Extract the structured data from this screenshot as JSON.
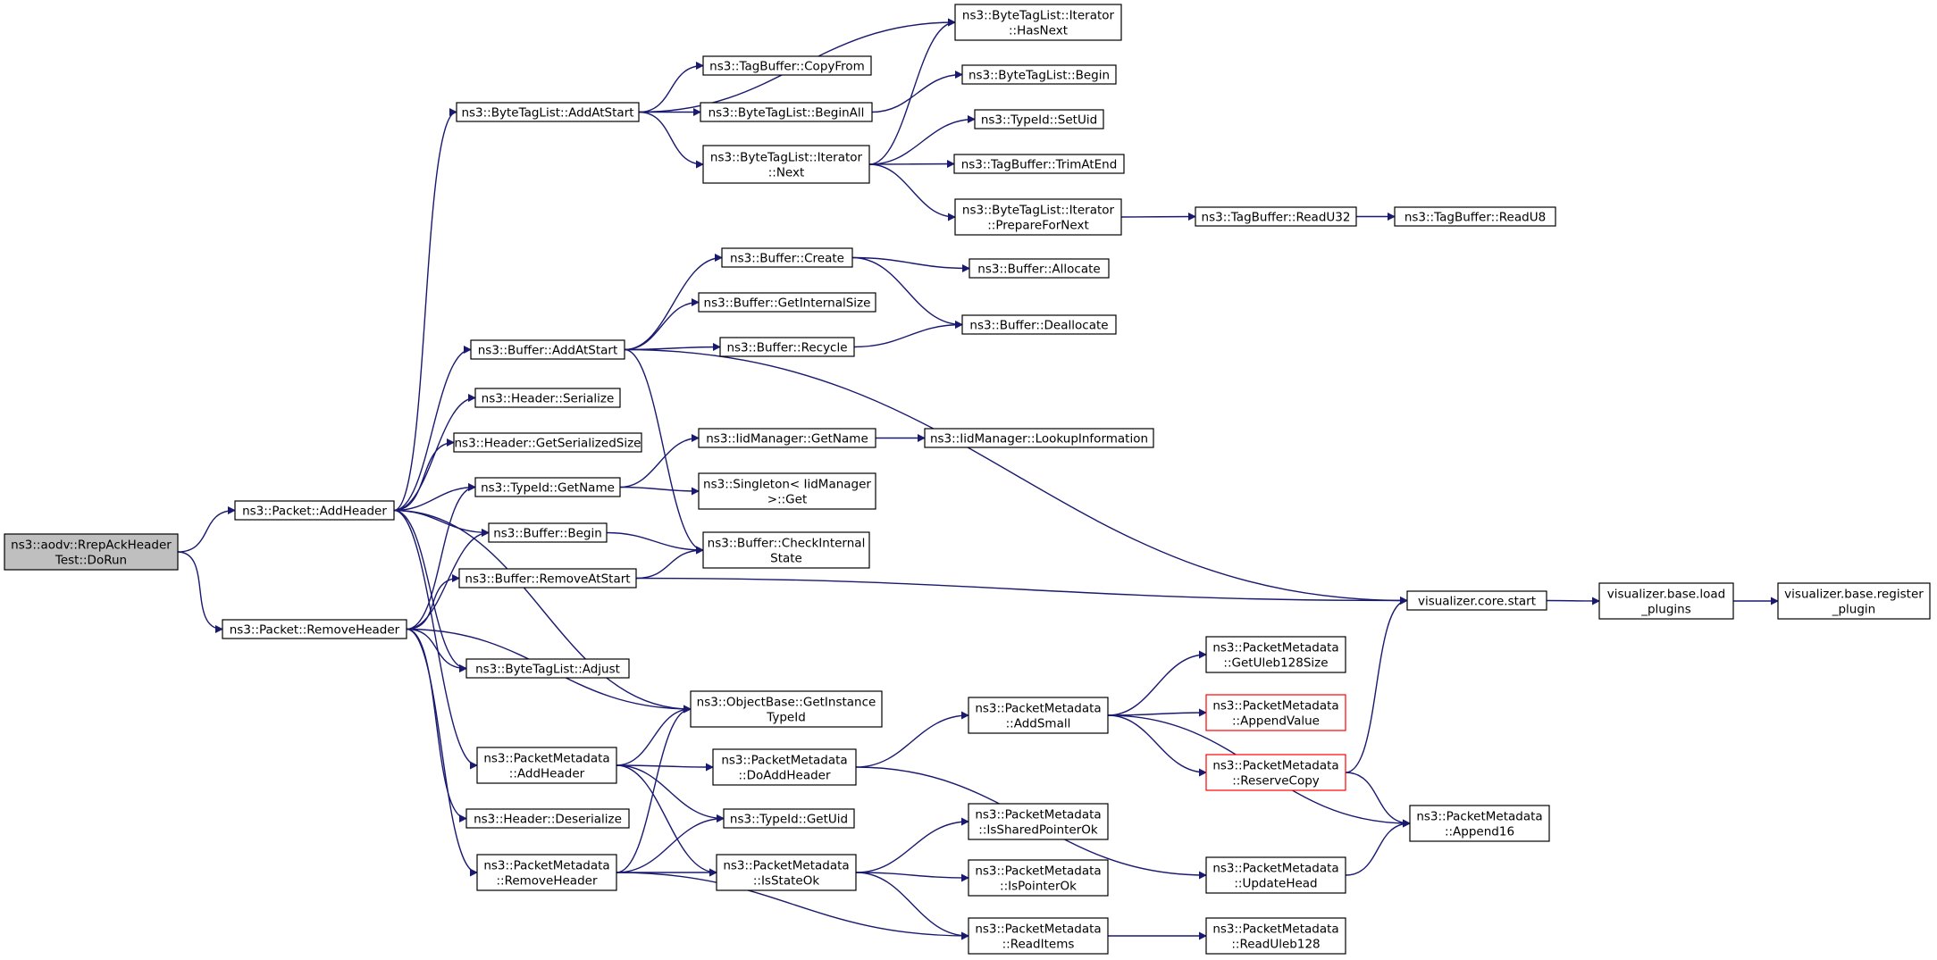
{
  "colors": {
    "edge": "#191970",
    "node_border": "#000000",
    "node_fill": "#ffffff",
    "root_fill": "#bfbfbf",
    "highlight_border": "#ff0000"
  },
  "nodes": [
    {
      "id": "dorun",
      "lines": [
        "ns3::aodv::RrepAckHeader",
        "Test::DoRun"
      ],
      "style": "root"
    },
    {
      "id": "packet_addheader",
      "lines": [
        "ns3::Packet::AddHeader"
      ]
    },
    {
      "id": "packet_removeheader",
      "lines": [
        "ns3::Packet::RemoveHeader"
      ]
    },
    {
      "id": "btl_addatstart",
      "lines": [
        "ns3::ByteTagList::AddAtStart"
      ]
    },
    {
      "id": "buffer_addatstart",
      "lines": [
        "ns3::Buffer::AddAtStart"
      ]
    },
    {
      "id": "header_serialize",
      "lines": [
        "ns3::Header::Serialize"
      ]
    },
    {
      "id": "header_getserializedsize",
      "lines": [
        "ns3::Header::GetSerializedSize"
      ]
    },
    {
      "id": "typeid_getname",
      "lines": [
        "ns3::TypeId::GetName"
      ]
    },
    {
      "id": "buffer_begin",
      "lines": [
        "ns3::Buffer::Begin"
      ]
    },
    {
      "id": "buffer_removeatstart",
      "lines": [
        "ns3::Buffer::RemoveAtStart"
      ]
    },
    {
      "id": "btl_adjust",
      "lines": [
        "ns3::ByteTagList::Adjust"
      ]
    },
    {
      "id": "pm_addheader",
      "lines": [
        "ns3::PacketMetadata",
        "::AddHeader"
      ]
    },
    {
      "id": "header_deserialize",
      "lines": [
        "ns3::Header::Deserialize"
      ]
    },
    {
      "id": "pm_removeheader",
      "lines": [
        "ns3::PacketMetadata",
        "::RemoveHeader"
      ]
    },
    {
      "id": "tagbuffer_copyfrom",
      "lines": [
        "ns3::TagBuffer::CopyFrom"
      ]
    },
    {
      "id": "btl_beginall",
      "lines": [
        "ns3::ByteTagList::BeginAll"
      ]
    },
    {
      "id": "btl_iterator_next",
      "lines": [
        "ns3::ByteTagList::Iterator",
        "::Next"
      ]
    },
    {
      "id": "btl_iterator_hasnext",
      "lines": [
        "ns3::ByteTagList::Iterator",
        "::HasNext"
      ]
    },
    {
      "id": "btl_begin",
      "lines": [
        "ns3::ByteTagList::Begin"
      ]
    },
    {
      "id": "typeid_setuid",
      "lines": [
        "ns3::TypeId::SetUid"
      ]
    },
    {
      "id": "tagbuffer_trimatend",
      "lines": [
        "ns3::TagBuffer::TrimAtEnd"
      ]
    },
    {
      "id": "btl_iterator_prepare",
      "lines": [
        "ns3::ByteTagList::Iterator",
        "::PrepareForNext"
      ]
    },
    {
      "id": "tagbuffer_readu32",
      "lines": [
        "ns3::TagBuffer::ReadU32"
      ]
    },
    {
      "id": "tagbuffer_readu8",
      "lines": [
        "ns3::TagBuffer::ReadU8"
      ]
    },
    {
      "id": "buffer_create",
      "lines": [
        "ns3::Buffer::Create"
      ]
    },
    {
      "id": "buffer_getinternalsize",
      "lines": [
        "ns3::Buffer::GetInternalSize"
      ]
    },
    {
      "id": "buffer_recycle",
      "lines": [
        "ns3::Buffer::Recycle"
      ]
    },
    {
      "id": "buffer_allocate",
      "lines": [
        "ns3::Buffer::Allocate"
      ]
    },
    {
      "id": "buffer_deallocate",
      "lines": [
        "ns3::Buffer::Deallocate"
      ]
    },
    {
      "id": "iidmanager_getname",
      "lines": [
        "ns3::IidManager::GetName"
      ]
    },
    {
      "id": "iidmanager_lookup",
      "lines": [
        "ns3::IidManager::LookupInformation"
      ]
    },
    {
      "id": "singleton_get",
      "lines": [
        "ns3::Singleton< IidManager",
        " >::Get"
      ]
    },
    {
      "id": "buffer_checkinternalstate",
      "lines": [
        "ns3::Buffer::CheckInternal",
        "State"
      ]
    },
    {
      "id": "visualizer_core_start",
      "lines": [
        "visualizer.core.start"
      ]
    },
    {
      "id": "visualizer_load_plugins",
      "lines": [
        "visualizer.base.load",
        "_plugins"
      ]
    },
    {
      "id": "visualizer_register_plugin",
      "lines": [
        "visualizer.base.register",
        "_plugin"
      ]
    },
    {
      "id": "objectbase_getinstancetypeid",
      "lines": [
        "ns3::ObjectBase::GetInstance",
        "TypeId"
      ]
    },
    {
      "id": "pm_doaddheader",
      "lines": [
        "ns3::PacketMetadata",
        "::DoAddHeader"
      ]
    },
    {
      "id": "typeid_getuid",
      "lines": [
        "ns3::TypeId::GetUid"
      ]
    },
    {
      "id": "pm_isstateok",
      "lines": [
        "ns3::PacketMetadata",
        "::IsStateOk"
      ]
    },
    {
      "id": "pm_addsmall",
      "lines": [
        "ns3::PacketMetadata",
        "::AddSmall"
      ]
    },
    {
      "id": "pm_getuleb128size",
      "lines": [
        "ns3::PacketMetadata",
        "::GetUleb128Size"
      ]
    },
    {
      "id": "pm_appendvalue",
      "lines": [
        "ns3::PacketMetadata",
        "::AppendValue"
      ],
      "style": "highlight"
    },
    {
      "id": "pm_reservecopy",
      "lines": [
        "ns3::PacketMetadata",
        "::ReserveCopy"
      ],
      "style": "highlight"
    },
    {
      "id": "pm_append16",
      "lines": [
        "ns3::PacketMetadata",
        "::Append16"
      ]
    },
    {
      "id": "pm_updatehead",
      "lines": [
        "ns3::PacketMetadata",
        "::UpdateHead"
      ]
    },
    {
      "id": "pm_issharedpointerok",
      "lines": [
        "ns3::PacketMetadata",
        "::IsSharedPointerOk"
      ]
    },
    {
      "id": "pm_ispointerok",
      "lines": [
        "ns3::PacketMetadata",
        "::IsPointerOk"
      ]
    },
    {
      "id": "pm_readitems",
      "lines": [
        "ns3::PacketMetadata",
        "::ReadItems"
      ]
    },
    {
      "id": "pm_readuleb128",
      "lines": [
        "ns3::PacketMetadata",
        "::ReadUleb128"
      ]
    }
  ],
  "edges": [
    [
      "dorun",
      "packet_addheader"
    ],
    [
      "dorun",
      "packet_removeheader"
    ],
    [
      "packet_addheader",
      "btl_addatstart"
    ],
    [
      "packet_addheader",
      "buffer_addatstart"
    ],
    [
      "packet_addheader",
      "header_serialize"
    ],
    [
      "packet_addheader",
      "header_getserializedsize"
    ],
    [
      "packet_addheader",
      "typeid_getname"
    ],
    [
      "packet_addheader",
      "buffer_begin"
    ],
    [
      "packet_addheader",
      "btl_adjust"
    ],
    [
      "packet_addheader",
      "objectbase_getinstancetypeid"
    ],
    [
      "packet_addheader",
      "pm_addheader"
    ],
    [
      "packet_removeheader",
      "typeid_getname"
    ],
    [
      "packet_removeheader",
      "buffer_begin"
    ],
    [
      "packet_removeheader",
      "buffer_removeatstart"
    ],
    [
      "packet_removeheader",
      "btl_adjust"
    ],
    [
      "packet_removeheader",
      "objectbase_getinstancetypeid"
    ],
    [
      "packet_removeheader",
      "header_deserialize"
    ],
    [
      "packet_removeheader",
      "pm_removeheader"
    ],
    [
      "btl_addatstart",
      "btl_iterator_hasnext"
    ],
    [
      "btl_addatstart",
      "tagbuffer_copyfrom"
    ],
    [
      "btl_addatstart",
      "btl_beginall"
    ],
    [
      "btl_addatstart",
      "btl_iterator_next"
    ],
    [
      "btl_beginall",
      "btl_begin"
    ],
    [
      "btl_iterator_next",
      "btl_iterator_hasnext"
    ],
    [
      "btl_iterator_next",
      "typeid_setuid"
    ],
    [
      "btl_iterator_next",
      "tagbuffer_trimatend"
    ],
    [
      "btl_iterator_next",
      "btl_iterator_prepare"
    ],
    [
      "btl_iterator_prepare",
      "tagbuffer_readu32"
    ],
    [
      "tagbuffer_readu32",
      "tagbuffer_readu8"
    ],
    [
      "buffer_addatstart",
      "buffer_create"
    ],
    [
      "buffer_addatstart",
      "buffer_getinternalsize"
    ],
    [
      "buffer_addatstart",
      "buffer_recycle"
    ],
    [
      "buffer_addatstart",
      "visualizer_core_start"
    ],
    [
      "buffer_addatstart",
      "buffer_checkinternalstate"
    ],
    [
      "buffer_create",
      "buffer_allocate"
    ],
    [
      "buffer_create",
      "buffer_deallocate"
    ],
    [
      "buffer_recycle",
      "buffer_deallocate"
    ],
    [
      "typeid_getname",
      "iidmanager_getname"
    ],
    [
      "typeid_getname",
      "singleton_get"
    ],
    [
      "iidmanager_getname",
      "iidmanager_lookup"
    ],
    [
      "buffer_begin",
      "buffer_checkinternalstate"
    ],
    [
      "buffer_removeatstart",
      "buffer_checkinternalstate"
    ],
    [
      "buffer_removeatstart",
      "visualizer_core_start"
    ],
    [
      "visualizer_core_start",
      "visualizer_load_plugins"
    ],
    [
      "visualizer_load_plugins",
      "visualizer_register_plugin"
    ],
    [
      "pm_addheader",
      "objectbase_getinstancetypeid"
    ],
    [
      "pm_addheader",
      "pm_doaddheader"
    ],
    [
      "pm_addheader",
      "typeid_getuid"
    ],
    [
      "pm_addheader",
      "pm_isstateok"
    ],
    [
      "pm_removeheader",
      "objectbase_getinstancetypeid"
    ],
    [
      "pm_removeheader",
      "typeid_getuid"
    ],
    [
      "pm_removeheader",
      "pm_isstateok"
    ],
    [
      "pm_removeheader",
      "pm_readitems"
    ],
    [
      "pm_doaddheader",
      "pm_addsmall"
    ],
    [
      "pm_doaddheader",
      "pm_updatehead"
    ],
    [
      "pm_addsmall",
      "pm_getuleb128size"
    ],
    [
      "pm_addsmall",
      "pm_appendvalue"
    ],
    [
      "pm_addsmall",
      "pm_reservecopy"
    ],
    [
      "pm_addsmall",
      "pm_append16"
    ],
    [
      "pm_reservecopy",
      "visualizer_core_start"
    ],
    [
      "pm_reservecopy",
      "pm_append16"
    ],
    [
      "pm_updatehead",
      "pm_append16"
    ],
    [
      "pm_isstateok",
      "pm_issharedpointerok"
    ],
    [
      "pm_isstateok",
      "pm_ispointerok"
    ],
    [
      "pm_isstateok",
      "pm_readitems"
    ],
    [
      "pm_readitems",
      "pm_readuleb128"
    ]
  ]
}
